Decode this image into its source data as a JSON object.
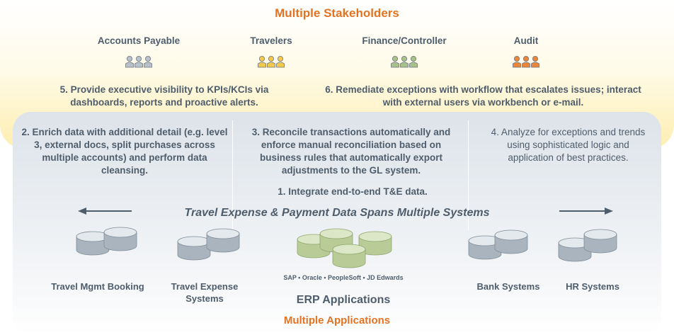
{
  "colors": {
    "accent_orange": "#e37222",
    "text_slate": "#4e5d6c",
    "stakeholder_band": "#fdeeb0",
    "panel_gray": "#dde3ea",
    "gray_db": "#a9b4be",
    "green_db": "#b9cc98"
  },
  "header": {
    "title": "Multiple Stakeholders"
  },
  "stakeholders": [
    {
      "label": "Accounts Payable",
      "icon": "people-group-icon",
      "color": "#b9c2ca"
    },
    {
      "label": "Travelers",
      "icon": "people-group-icon",
      "color": "#f2c94c"
    },
    {
      "label": "Finance/Controller",
      "icon": "people-group-icon",
      "color": "#a8c28a"
    },
    {
      "label": "Audit",
      "icon": "people-group-icon",
      "color": "#e8873a"
    }
  ],
  "goals": {
    "step5": "5. Provide executive visibility to KPIs/KCIs via dashboards, reports and proactive alerts.",
    "step6": "6. Remediate exceptions with workflow that escalates issues; interact with external users via workbench or e-mail."
  },
  "steps": {
    "step2": "2. Enrich data with additional detail (e.g. level 3, external docs, split purchases across multiple accounts) and perform data cleansing.",
    "step3": "3. Reconcile transactions automatically and enforce manual reconciliation based on business rules that automatically export adjustments to the GL system.",
    "step4": "4. Analyze for exceptions and trends using sophisticated logic and application of best practices.",
    "step1": "1. Integrate end-to-end T&E data."
  },
  "banner": "Travel Expense & Payment Data Spans Multiple Systems",
  "systems": [
    {
      "label": "Travel Mgmt Booking",
      "icon": "database-icon"
    },
    {
      "label": "Travel Expense Systems",
      "icon": "database-icon"
    },
    {
      "label": "Bank Systems",
      "icon": "database-icon"
    },
    {
      "label": "HR Systems",
      "icon": "database-icon"
    }
  ],
  "erp": {
    "vendors": "SAP • Oracle • PeopleSoft • JD Edwards",
    "label": "ERP Applications"
  },
  "footer": {
    "title": "Multiple Applications"
  }
}
